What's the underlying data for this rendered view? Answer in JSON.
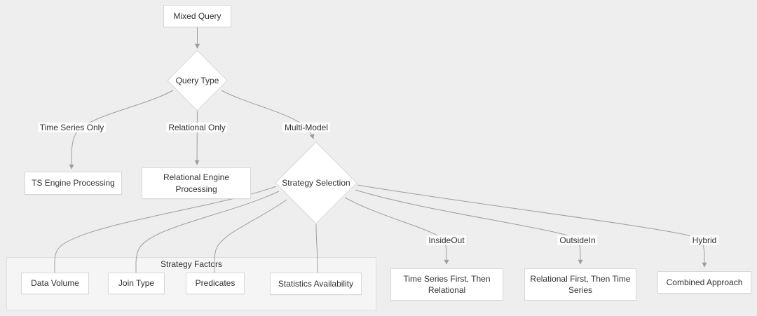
{
  "theme": {
    "page_bg": "#eeeeee",
    "node_fill": "#ffffff",
    "node_border": "#d8d8d8",
    "subgraph_fill": "#f5f5f5",
    "subgraph_border": "#dedede",
    "edge_color": "#9e9e9e",
    "text_color": "#333333"
  },
  "diagram": {
    "type": "flowchart",
    "direction": "top-down",
    "nodes": {
      "mixed_query": {
        "label": "Mixed Query",
        "shape": "rect"
      },
      "query_type": {
        "label": "Query Type",
        "shape": "diamond"
      },
      "ts_engine": {
        "label": "TS Engine Processing",
        "shape": "rect"
      },
      "relational_engine": {
        "label": "Relational Engine Processing",
        "shape": "rect"
      },
      "strategy_selection": {
        "label": "Strategy Selection",
        "shape": "diamond"
      },
      "data_volume": {
        "label": "Data Volume",
        "shape": "rect"
      },
      "join_type": {
        "label": "Join Type",
        "shape": "rect"
      },
      "predicates": {
        "label": "Predicates",
        "shape": "rect"
      },
      "statistics_availability": {
        "label": "Statistics Availability",
        "shape": "rect"
      },
      "time_series_first": {
        "label": "Time Series First, Then Relational",
        "shape": "rect"
      },
      "relational_first": {
        "label": "Relational First, Then Time Series",
        "shape": "rect"
      },
      "combined_approach": {
        "label": "Combined Approach",
        "shape": "rect"
      }
    },
    "subgraph": {
      "title": "Strategy Factors",
      "members": [
        "data_volume",
        "join_type",
        "predicates",
        "statistics_availability"
      ]
    },
    "edge_labels": {
      "time_series_only": "Time Series Only",
      "relational_only": "Relational Only",
      "multi_model": "Multi-Model",
      "inside_out": "InsideOut",
      "outside_in": "OutsideIn",
      "hybrid": "Hybrid"
    },
    "edges": [
      {
        "from": "mixed_query",
        "to": "query_type",
        "label": "",
        "arrow": true
      },
      {
        "from": "query_type",
        "to": "ts_engine",
        "label": "Time Series Only",
        "arrow": true
      },
      {
        "from": "query_type",
        "to": "relational_engine",
        "label": "Relational Only",
        "arrow": true
      },
      {
        "from": "query_type",
        "to": "strategy_selection",
        "label": "Multi-Model",
        "arrow": true
      },
      {
        "from": "strategy_selection",
        "to": "data_volume",
        "label": "",
        "arrow": false
      },
      {
        "from": "strategy_selection",
        "to": "join_type",
        "label": "",
        "arrow": false
      },
      {
        "from": "strategy_selection",
        "to": "predicates",
        "label": "",
        "arrow": false
      },
      {
        "from": "strategy_selection",
        "to": "statistics_availability",
        "label": "",
        "arrow": false
      },
      {
        "from": "strategy_selection",
        "to": "time_series_first",
        "label": "InsideOut",
        "arrow": true
      },
      {
        "from": "strategy_selection",
        "to": "relational_first",
        "label": "OutsideIn",
        "arrow": true
      },
      {
        "from": "strategy_selection",
        "to": "combined_approach",
        "label": "Hybrid",
        "arrow": true
      }
    ]
  }
}
